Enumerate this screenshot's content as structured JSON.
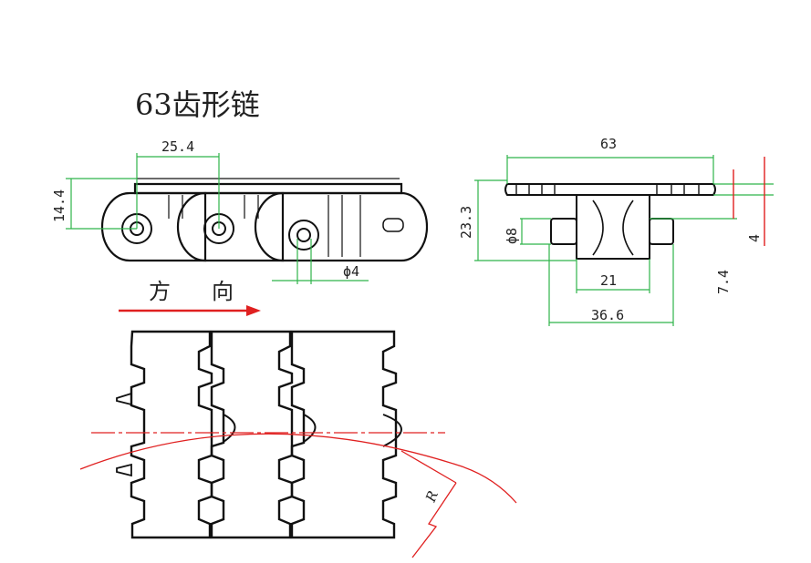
{
  "title": "63齿形链",
  "dimensions": {
    "pitch": "25.4",
    "height_left": "14.4",
    "pin_dia": "ϕ4",
    "width": "63",
    "total_height": "23.3",
    "body_dia": "ϕ8",
    "top_thickness": "4",
    "inner_width": "21",
    "bottom_offset": "7.4",
    "outer_width": "36.6"
  },
  "direction": {
    "char1": "方",
    "char2": "向"
  },
  "radius_label": "R",
  "colors": {
    "outline": "#111111",
    "dimension": "#2fb44a",
    "centerline": "#e02020",
    "text": "#222222"
  }
}
